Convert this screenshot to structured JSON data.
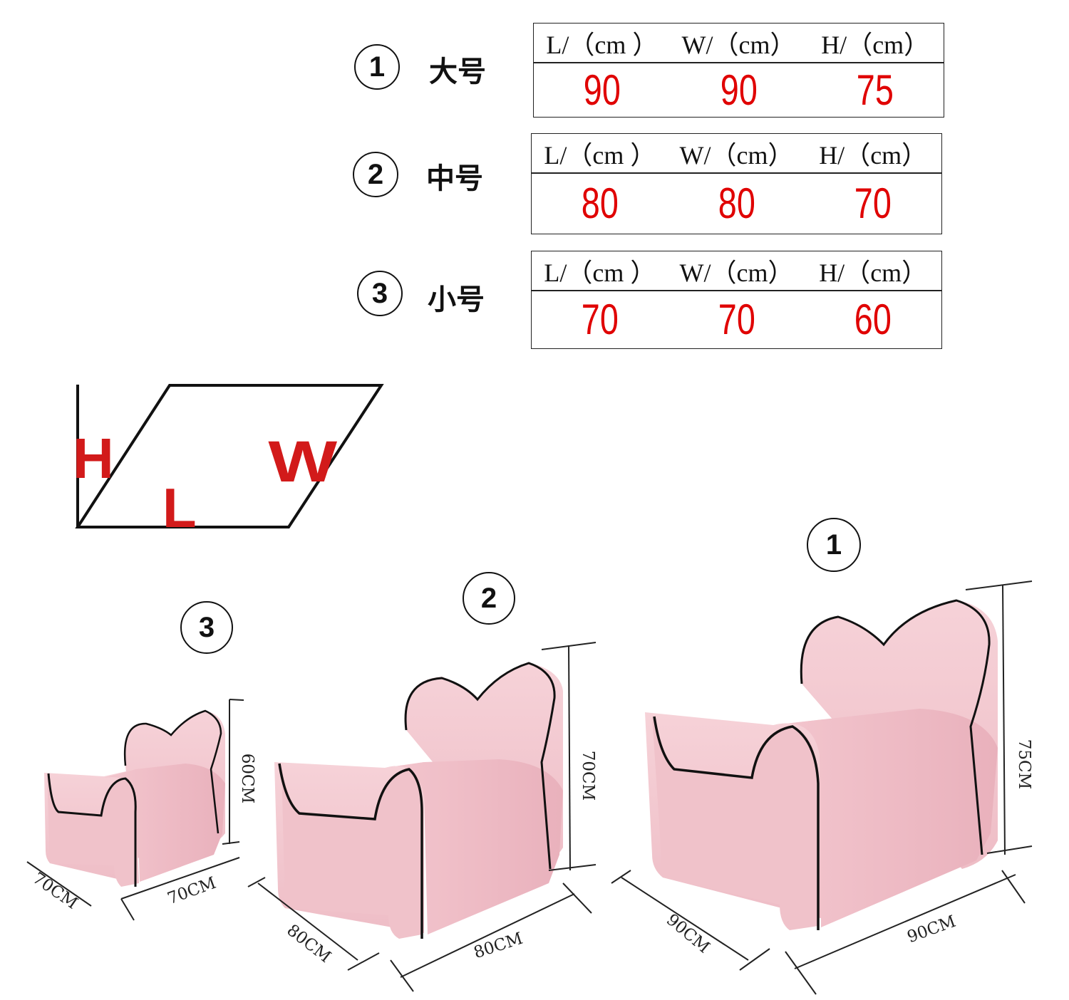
{
  "sizes": [
    {
      "num": "1",
      "label": "大号",
      "headers": [
        "L/（cm ）",
        "W/（cm）",
        "H/（cm）"
      ],
      "values": [
        "90",
        "90",
        "75"
      ]
    },
    {
      "num": "2",
      "label": "中号",
      "headers": [
        "L/（cm ）",
        "W/（cm）",
        "H/（cm）"
      ],
      "values": [
        "80",
        "80",
        "70"
      ]
    },
    {
      "num": "3",
      "label": "小号",
      "headers": [
        "L/（cm ）",
        "W/（cm）",
        "H/（cm）"
      ],
      "values": [
        "70",
        "70",
        "60"
      ]
    }
  ],
  "diagram": {
    "h": "H",
    "l": "L",
    "w": "W"
  },
  "sofas": {
    "small": {
      "num": "3",
      "width": "70CM",
      "length": "70CM",
      "height": "60CM"
    },
    "medium": {
      "num": "2",
      "width": "80CM",
      "length": "80CM",
      "height": "70CM"
    },
    "large": {
      "num": "1",
      "width": "90CM",
      "length": "90CM",
      "height": "75CM"
    }
  },
  "colors": {
    "value_red": "#e00000",
    "sofa_pink": "#f2c3cb",
    "piping": "#111111"
  }
}
